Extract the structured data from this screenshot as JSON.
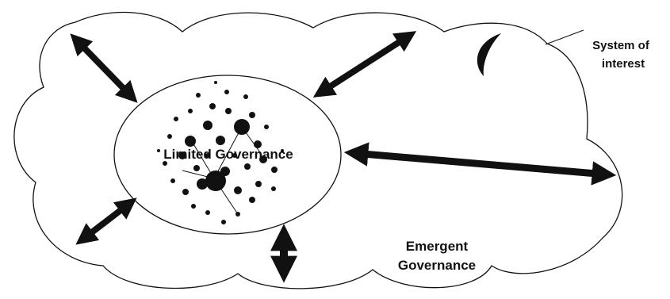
{
  "diagram": {
    "center_label": "Limited Governance",
    "emergent_label_line1": "Emergent",
    "emergent_label_line2": "Governance",
    "system_label_line1": "System of",
    "system_label_line2": "interest",
    "colors": {
      "ink": "#111111",
      "background": "#ffffff"
    }
  }
}
